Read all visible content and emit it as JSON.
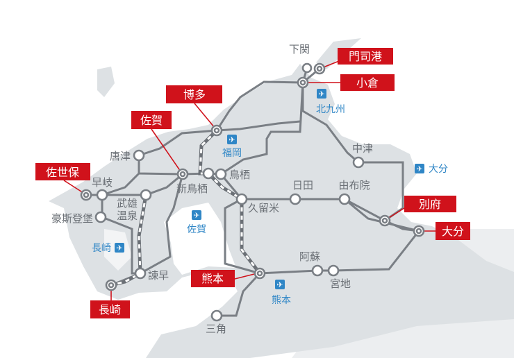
{
  "map": {
    "colors": {
      "land": "#dde1e4",
      "land_far": "#eceef0",
      "rail": "#7a7f85",
      "highlight": "#d0121b",
      "airport": "#2f86c6"
    },
    "major_stations": [
      "門司港",
      "小倉",
      "博多",
      "佐賀",
      "佐世保",
      "長崎",
      "熊本",
      "別府",
      "大分"
    ],
    "stations": [
      "下関",
      "唐津",
      "早岐",
      "武雄",
      "温泉",
      "豪斯登堡",
      "諫早",
      "新鳥栖",
      "鳥栖",
      "久留米",
      "日田",
      "由布院",
      "中津",
      "阿蘇",
      "宮地",
      "三角"
    ],
    "airports": [
      "北九州",
      "福岡",
      "佐賀",
      "長崎",
      "熊本",
      "大分"
    ],
    "airport_icon": "airplane-icon"
  }
}
